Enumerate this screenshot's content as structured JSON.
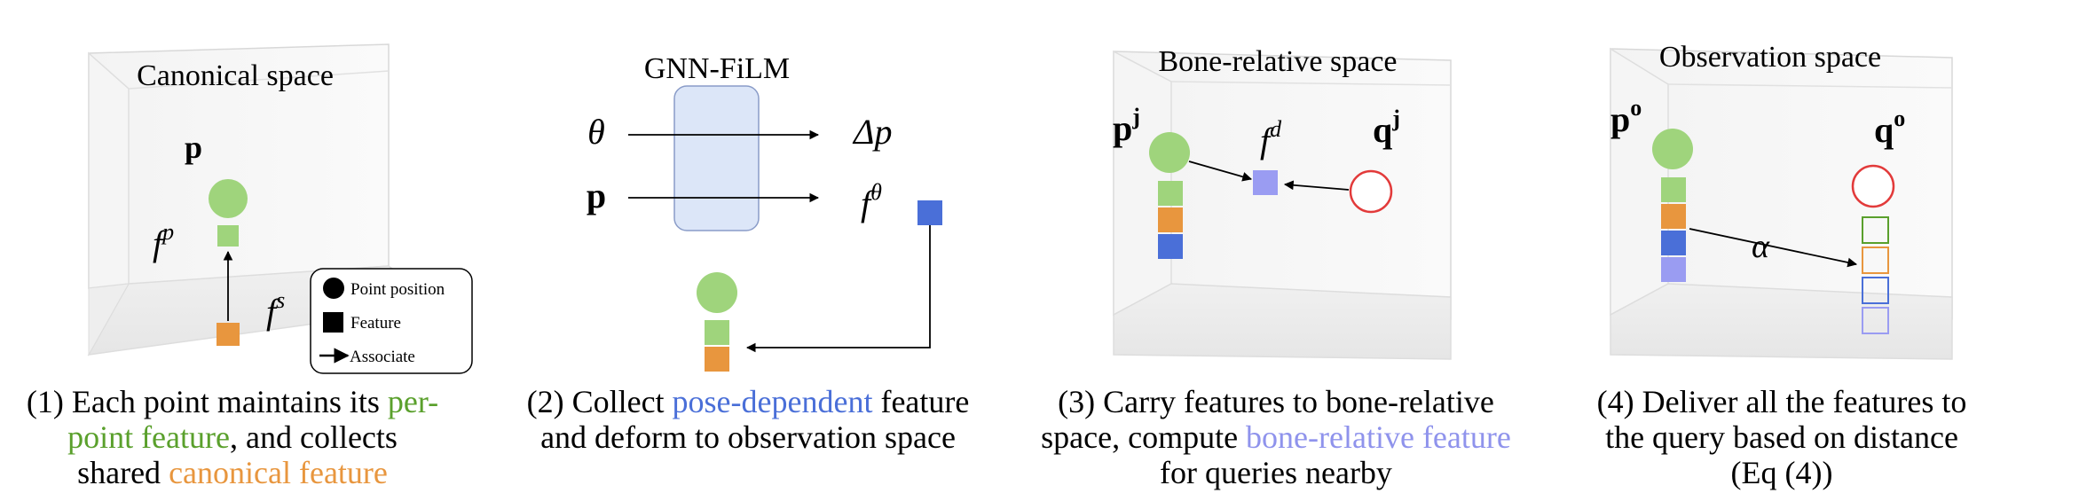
{
  "colors": {
    "green": "#9fd47c",
    "green_text": "#5aa02c",
    "orange": "#e8963e",
    "blue": "#4a6fd8",
    "blue_text": "#4a6fd8",
    "lavender": "#9a9cf2",
    "lavender_text": "#8f93ec",
    "red": "#e23a3a",
    "box_fill": "#dce6f8",
    "box_stroke": "#8a9cc8"
  },
  "panel1": {
    "title": "Canonical space",
    "label_p": "p",
    "label_fp": "f",
    "label_fp_sup": "p",
    "label_fs": "f",
    "label_fs_sup": "s",
    "legend": {
      "point": "Point position",
      "feature": "Feature",
      "associate": "Associate"
    },
    "caption": {
      "line1_a": "(1) Each point maintains its ",
      "line1_b": "per-",
      "line2_a": "point feature",
      "line2_b": ", and collects",
      "line3_a": "shared ",
      "line3_b": "canonical feature"
    }
  },
  "panel2": {
    "title": "GNN-FiLM",
    "input_theta": "θ",
    "input_p": "p",
    "output_dp": "Δp",
    "output_f": "f",
    "output_f_sup": "θ",
    "caption": {
      "line1_a": "(2)  Collect ",
      "line1_b": "pose-dependent",
      "line1_c": " feature",
      "line2": "and deform to observation space"
    }
  },
  "panel3": {
    "title": "Bone-relative space",
    "label_p": "p",
    "label_p_sup": "j",
    "label_fd": "f",
    "label_fd_sup": "d",
    "label_q": "q",
    "label_q_sup": "j",
    "caption": {
      "line1": "(3) Carry features to bone-relative",
      "line2_a": "space, compute ",
      "line2_b": "bone-relative feature",
      "line3": "for queries nearby"
    }
  },
  "panel4": {
    "title": "Observation space",
    "label_p": "p",
    "label_p_sup": "o",
    "label_q": "q",
    "label_q_sup": "o",
    "label_alpha": "α",
    "caption": {
      "line1": "(4) Deliver all the features to",
      "line2": "the query based on distance",
      "line3": "(Eq (4))"
    }
  }
}
